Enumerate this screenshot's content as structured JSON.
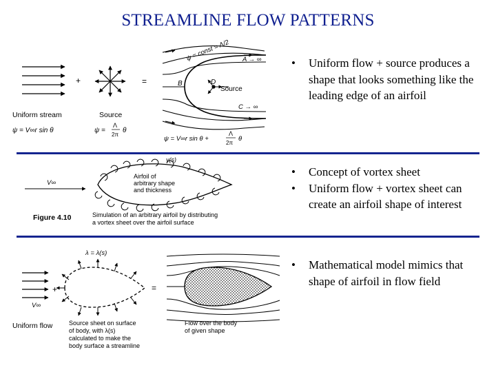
{
  "title": "STREAMLINE FLOW PATTERNS",
  "sections": [
    {
      "bullets": [
        "Uniform flow + source produces a shape that looks something like the leading edge of an airfoil"
      ],
      "figure": {
        "labels": {
          "uniform": "Uniform stream",
          "source": "Source",
          "plus": "+",
          "equals": "=",
          "psi_uniform": "ψ = V∞r sin θ",
          "psi_source_lhs": "ψ =",
          "psi_source_num": "Λ",
          "psi_source_den": "2π",
          "psi_source_rhs": "θ",
          "psi_sum_lhs": "ψ = V∞r sin θ +",
          "psi_sum_num": "Λ",
          "psi_sum_den": "2π",
          "psi_sum_rhs": "θ",
          "const": "ψ = const = Λ/2",
          "A": "A → ∞",
          "B": "B",
          "C": "C → ∞",
          "D": "D",
          "source2": "Source"
        }
      }
    },
    {
      "bullets": [
        "Concept of vortex sheet",
        "Uniform flow + vortex sheet can create an airfoil shape of interest"
      ],
      "figure": {
        "labels": {
          "gamma": "γ(s)",
          "vinf": "V∞",
          "desc1": "Airfoil of",
          "desc2": "arbitrary shape",
          "desc3": "and thickness",
          "fignum": "Figure 4.10",
          "cap1": "Simulation of an arbitrary airfoil by distributing",
          "cap2": "a vortex sheet over the airfoil surface"
        }
      }
    },
    {
      "bullets": [
        "Mathematical model mimics that shape of airfoil in flow field"
      ],
      "figure": {
        "labels": {
          "lambda": "λ = λ(s)",
          "plus": "+",
          "equals": "=",
          "vinf": "V∞",
          "uniform": "Uniform flow",
          "cap1": "Source sheet on surface",
          "cap2": "of body, with λ(s)",
          "cap3": "calculated to make the",
          "cap4": "body surface a streamline",
          "cap5": "Flow over the body",
          "cap6": "of given shape"
        }
      }
    }
  ]
}
